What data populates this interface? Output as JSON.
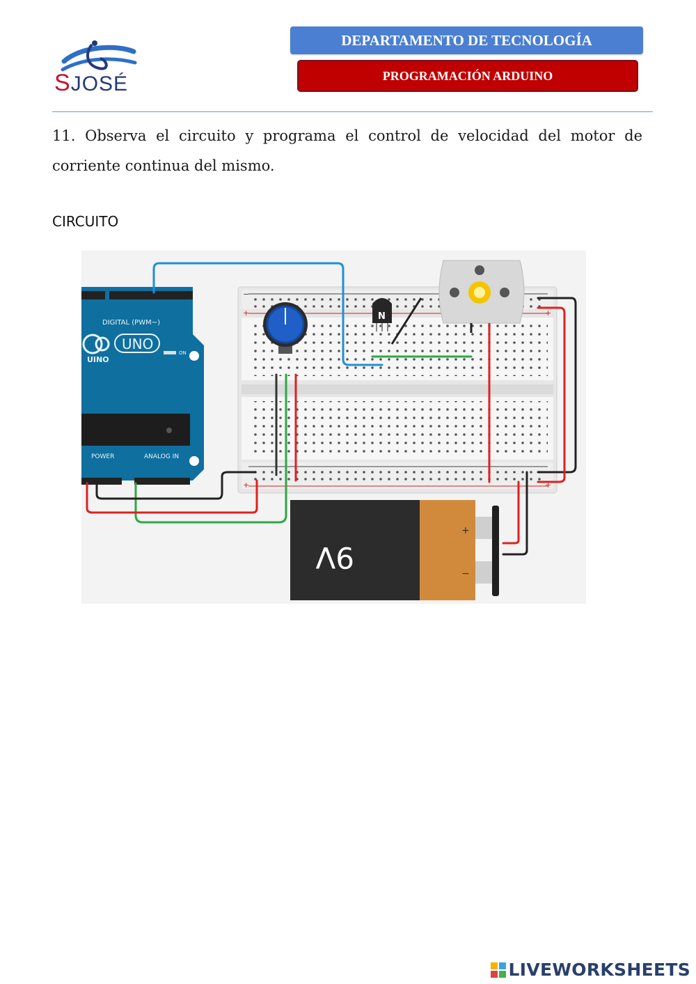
{
  "header": {
    "logo_text_initial": "S",
    "logo_text_rest": "JOSÉ",
    "department": "DEPARTAMENTO DE TECNOLOGÍA",
    "subject": "PROGRAMACIÓN ARDUINO"
  },
  "question": {
    "text": "11. Observa el circuito y programa el control de velocidad del motor de corriente continua del mismo."
  },
  "section": {
    "title": "CIRCUITO"
  },
  "circuit": {
    "digital_label": "DIGITAL (PWM~)",
    "board_name": "UNO",
    "board_brand": "UINO",
    "on_label": "ON",
    "power_label": "POWER",
    "analog_label": "ANALOG IN",
    "transistor_label": "N",
    "battery_label": "9V",
    "battery_plus": "+",
    "battery_minus": "−",
    "rail_plus": "+",
    "rail_minus": "−"
  },
  "footer": {
    "brand": "LIVEWORKSHEETS"
  },
  "colors": {
    "dept_banner": "#4a7fd1",
    "subject_banner": "#c00000",
    "arduino": "#0f6f9e",
    "wire_blue": "#1e90d6",
    "wire_red": "#e02020",
    "wire_green": "#2ea844",
    "wire_black": "#222222"
  }
}
